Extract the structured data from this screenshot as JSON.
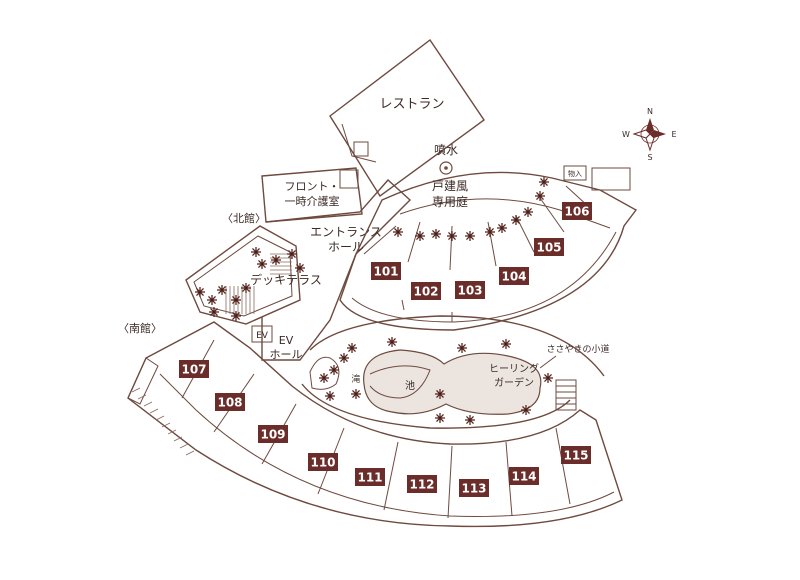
{
  "labels": {
    "restaurant": "レストラン",
    "fountain": "噴水",
    "garden_line1": "戸建風",
    "garden_line2": "専用庭",
    "front_line1": "フロント・",
    "front_line2": "一時介護室",
    "north_wing": "〈北館〉",
    "south_wing": "〈南館〉",
    "entrance_line1": "エントランス",
    "entrance_line2": "ホール",
    "deck_terrace": "デッキテラス",
    "ev": "EV",
    "ev_hall_line1": "EV",
    "ev_hall_line2": "ホール",
    "pond": "池",
    "waterfall": "滝",
    "healing_line1": "ヒーリング",
    "healing_line2": "ガーデン",
    "path": "ささやきの小道",
    "storage": "物入"
  },
  "compass": {
    "n": "N",
    "e": "E",
    "s": "S",
    "w": "W"
  },
  "rooms": {
    "north": [
      "101",
      "102",
      "103",
      "104",
      "105",
      "106"
    ],
    "south": [
      "107",
      "108",
      "109",
      "110",
      "111",
      "112",
      "113",
      "114",
      "115"
    ]
  },
  "colors": {
    "line": "#6e4a3f",
    "room_box": "#6b2d2a",
    "text": "#3b2a26",
    "pond": "#ece4df"
  }
}
